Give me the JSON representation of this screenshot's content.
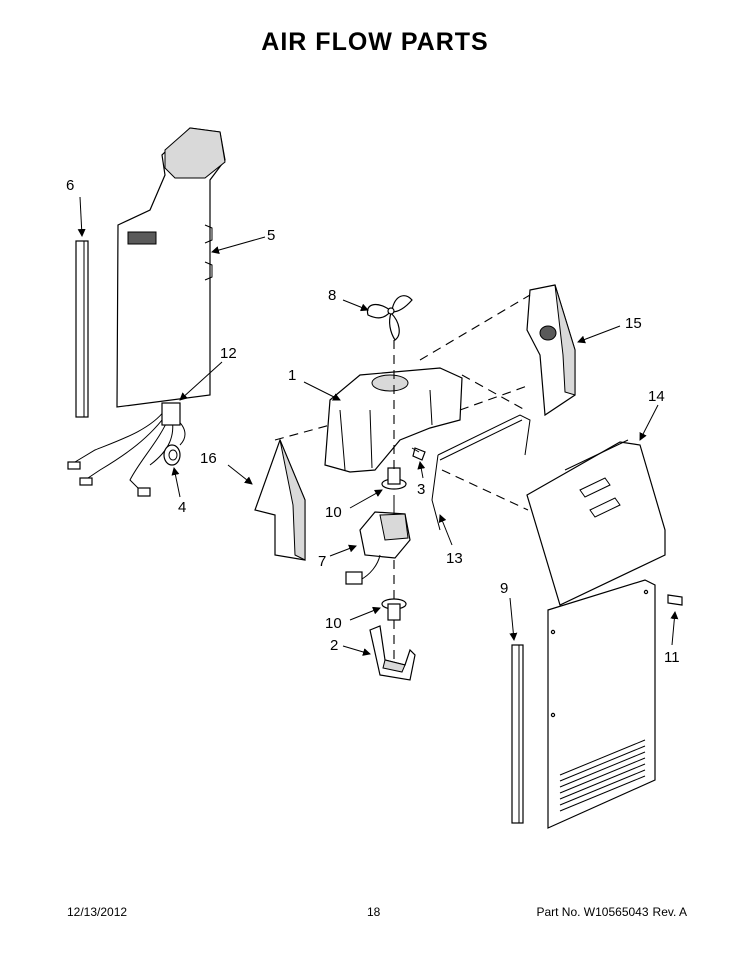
{
  "title": "AIR FLOW PARTS",
  "callouts": {
    "c1": "1",
    "c2": "2",
    "c3": "3",
    "c4": "4",
    "c5": "5",
    "c6": "6",
    "c7": "7",
    "c8": "8",
    "c9": "9",
    "c10a": "10",
    "c10b": "10",
    "c11": "11",
    "c12": "12",
    "c13": "13",
    "c14": "14",
    "c15": "15",
    "c16": "16"
  },
  "footer": {
    "date": "12/13/2012",
    "page": "18",
    "part_no": "Part No.  W10565043",
    "rev": "Rev.  A"
  }
}
